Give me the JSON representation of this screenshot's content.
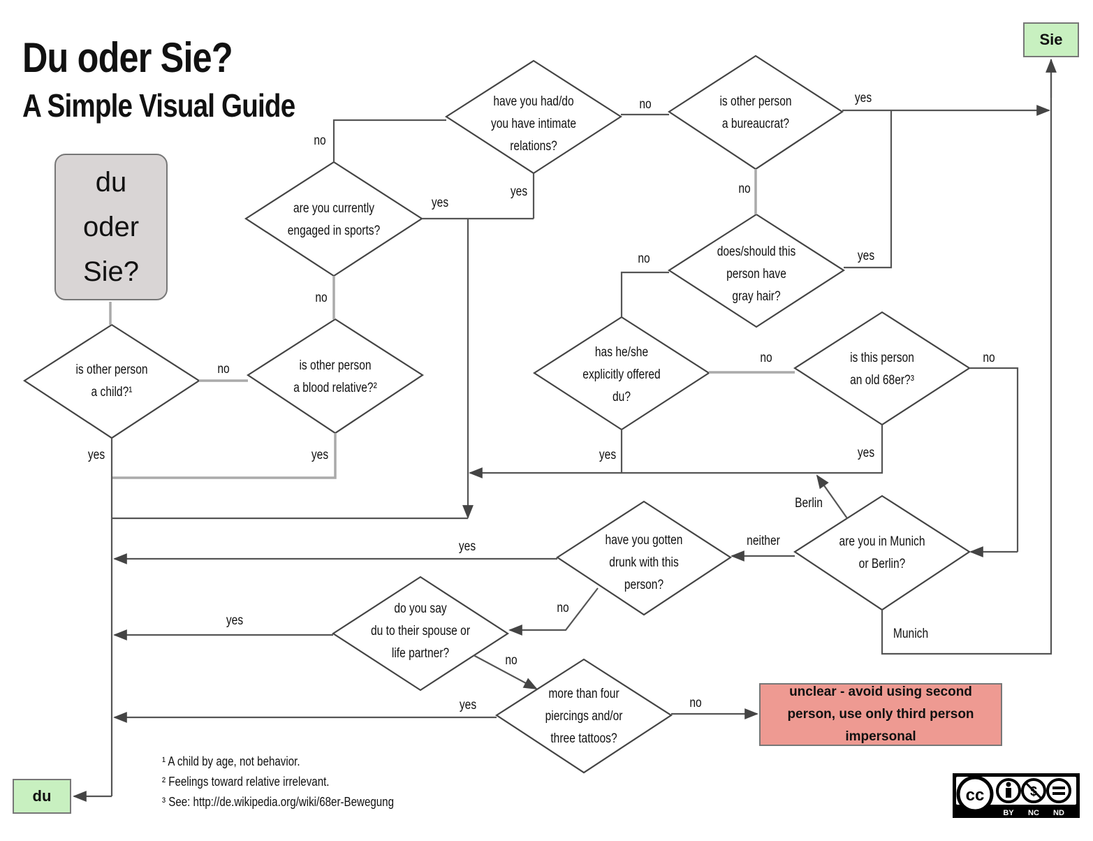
{
  "header": {
    "title": "Du oder Sie?",
    "subtitle": "A Simple Visual Guide"
  },
  "start": {
    "label": "du\noder\nSie?"
  },
  "terminals": {
    "sie": "Sie",
    "du": "du",
    "unclear": "unclear - avoid using second person, use only third person impersonal"
  },
  "questions": {
    "child": "is other person\na child?¹",
    "blood": "is other person\na blood relative?²",
    "sports": "are you currently\nengaged in sports?",
    "intimate": "have you had/do\nyou have intimate\nrelations?",
    "bureaucrat": "is other person\na bureaucrat?",
    "grayhair": "does/should this\nperson have\ngray hair?",
    "offered": "has he/she\nexplicitly offered\ndu?",
    "sixtyeighter": "is this person\nan old 68er?³",
    "city": "are you in Munich\nor Berlin?",
    "drunk": "have you gotten\ndrunk with this\nperson?",
    "spouse": "do you say\ndu to their spouse or\nlife partner?",
    "piercings": "more than four\npiercings and/or\nthree tattoos?"
  },
  "edges": {
    "child_no": "no",
    "child_yes": "yes",
    "blood_yes": "yes",
    "blood_no": "no",
    "sports_no": "no",
    "sports_yes": "yes",
    "intimate_yes": "yes",
    "intimate_no": "no",
    "bureaucrat_yes": "yes",
    "bureaucrat_no": "no",
    "grayhair_yes": "yes",
    "grayhair_no": "no",
    "offered_no": "no",
    "offered_yes": "yes",
    "sixtyeighter_yes": "yes",
    "sixtyeighter_no": "no",
    "city_berlin": "Berlin",
    "city_neither": "neither",
    "city_munich": "Munich",
    "drunk_yes": "yes",
    "drunk_no": "no",
    "spouse_yes": "yes",
    "spouse_no": "no",
    "piercings_yes": "yes",
    "piercings_no": "no"
  },
  "footnotes": {
    "note1": "¹ A child by age, not behavior.",
    "note2": "² Feelings toward relative irrelevant.",
    "note3": "³ See: http://de.wikipedia.org/wiki/68er-Bewegung"
  },
  "license": {
    "cc": "cc",
    "by": "BY",
    "nc": "NC",
    "nd": "ND"
  },
  "colors": {
    "start_fill": "#d9d5d5",
    "terminal_fill": "#c8f0c0",
    "unclear_fill": "#ee9a92",
    "line": "#555555"
  }
}
